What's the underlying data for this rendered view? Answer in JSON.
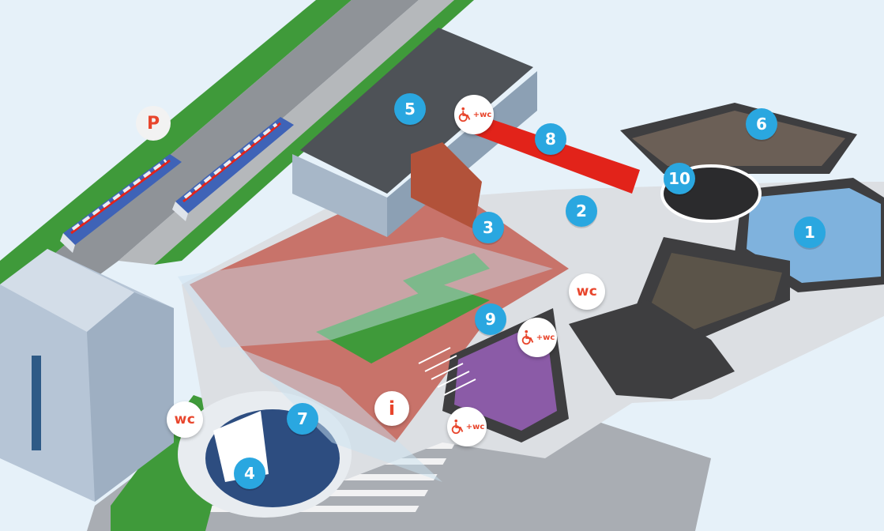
{
  "title": "",
  "colors": {
    "marker_blue": "#2aa7e0",
    "marker_red": "#e8452c",
    "grass": "#3f9a3a",
    "floor_salmon": "#c8736a",
    "floor_light": "#dcdfe3",
    "wall_dark": "#444444",
    "wall_red": "#e2231a",
    "background": "#e6f1f9"
  },
  "markers": {
    "parking": {
      "label": "P",
      "icon": "parking-icon"
    },
    "info": {
      "label": "i",
      "icon": "info-icon"
    },
    "wc": {
      "label": "wc",
      "icon": "toilet-icon"
    },
    "accessible_wc": {
      "label": "+wc",
      "icon": "wheelchair-icon"
    },
    "zones": [
      {
        "label": "1"
      },
      {
        "label": "2"
      },
      {
        "label": "3"
      },
      {
        "label": "4"
      },
      {
        "label": "5"
      },
      {
        "label": "6"
      },
      {
        "label": "7"
      },
      {
        "label": "8"
      },
      {
        "label": "9"
      },
      {
        "label": "10"
      }
    ]
  }
}
